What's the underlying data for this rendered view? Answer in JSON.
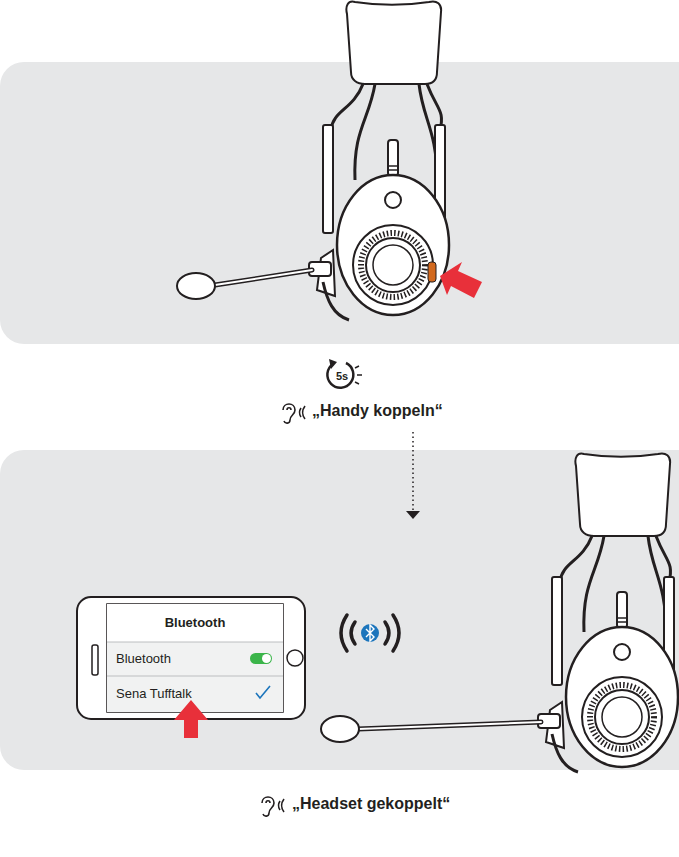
{
  "diagram": {
    "nodes": [
      {
        "text": [
          "Bluetooth",
          "Bluetooth",
          "Sena Tufftalk"
        ]
      }
    ],
    "labels": [
      "5s",
      "„Handy koppeln“",
      "„Headset gekoppelt“"
    ]
  }
}
